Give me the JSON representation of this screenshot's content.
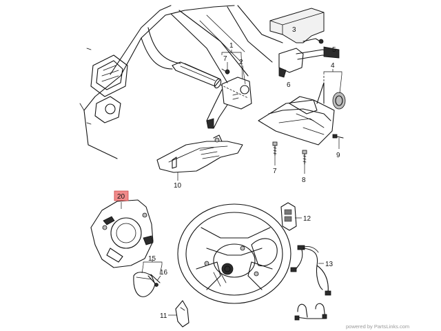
{
  "callouts": {
    "c1": "1",
    "c2": "2",
    "c3": "3",
    "c4": "4",
    "c5": "5",
    "c6": "6",
    "c7": "7",
    "c7b": "7",
    "c8": "8",
    "c9": "9",
    "c10": "10",
    "c11": "11",
    "c12": "12",
    "c13": "13",
    "c15": "15",
    "c16": "16",
    "c20": "20"
  },
  "highlight_color": "#f08a8a",
  "watermark": "powered by PartsLinks.com"
}
